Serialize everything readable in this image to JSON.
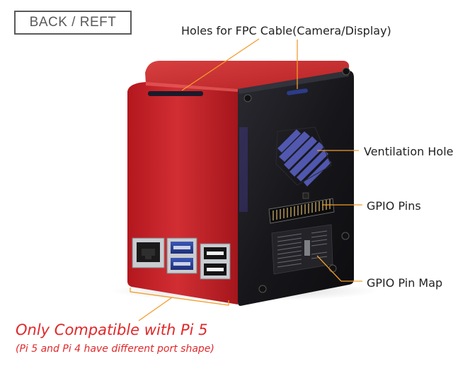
{
  "view_badge": "BACK / REFT",
  "callouts": {
    "fpc_holes": "Holes for FPC Cable(Camera/Display)",
    "ventilation": "Ventilation Hole",
    "gpio_pins": "GPIO Pins",
    "gpio_map": "GPIO Pin Map"
  },
  "compatibility": {
    "title": "Only Compatible with Pi 5",
    "note": "(Pi 5 and Pi 4 have different port shape)"
  },
  "colors": {
    "case_red": "#c8262b",
    "callout_line": "#f39c2a",
    "warning_text": "#e0282a",
    "acrylic_panel": "#1e1e22"
  }
}
